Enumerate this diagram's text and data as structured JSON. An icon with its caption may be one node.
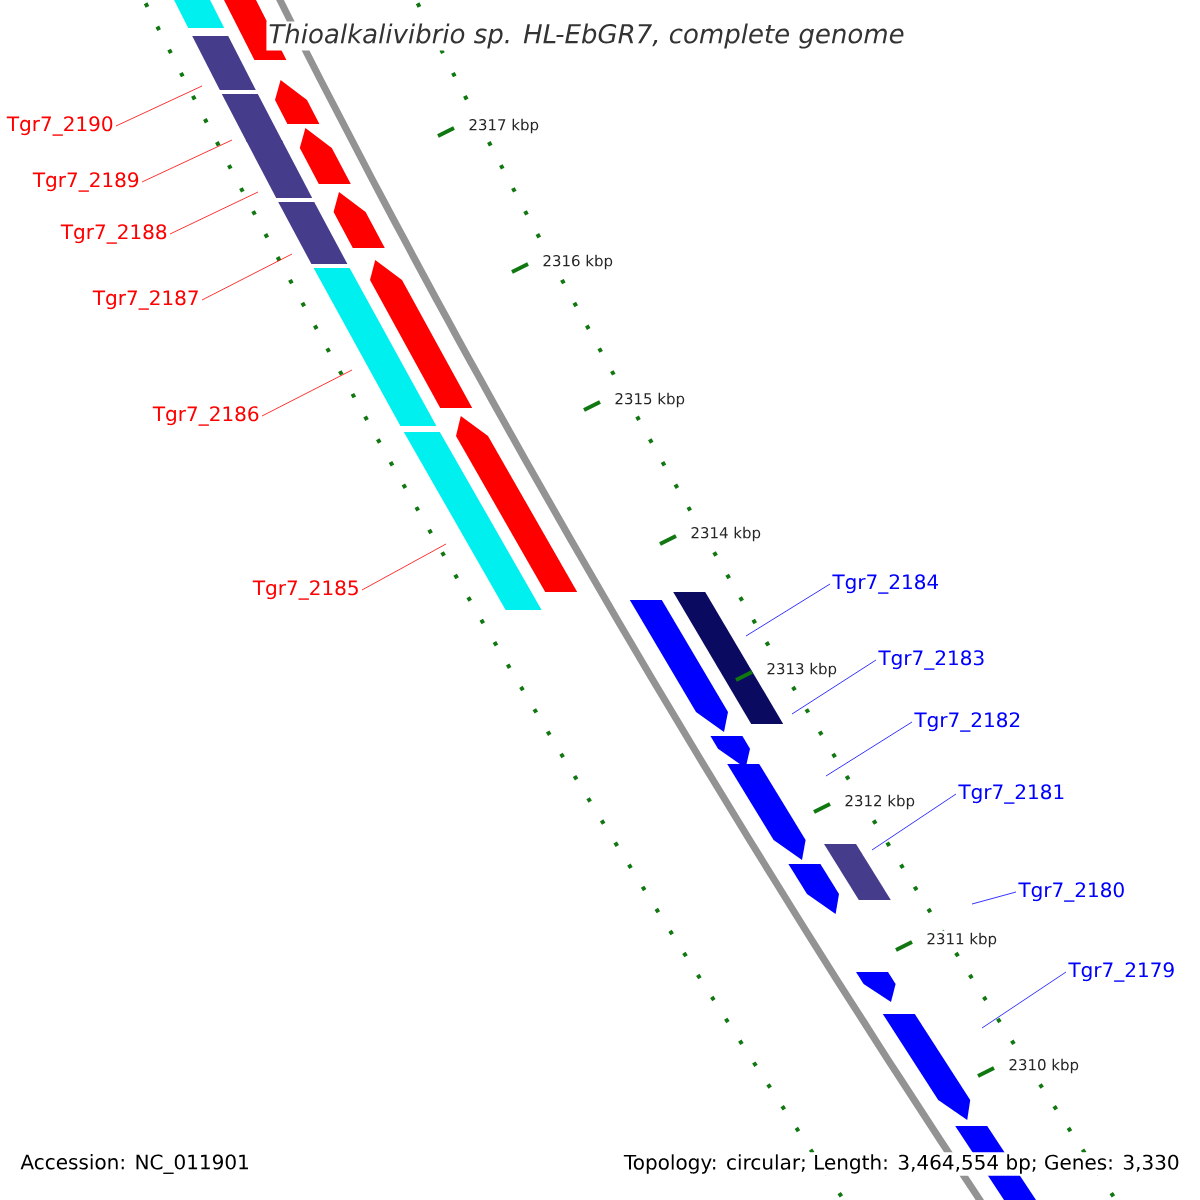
{
  "diagram": {
    "title": "Thioalkalivibrio sp. HL-EbGR7, complete genome",
    "nodes": [
      {
        "text": [
          "Tgr7_2190"
        ]
      },
      {
        "text": [
          "Tgr7_2189"
        ]
      },
      {
        "text": [
          "Tgr7_2188"
        ]
      },
      {
        "text": [
          "Tgr7_2187"
        ]
      },
      {
        "text": [
          "Tgr7_2186"
        ]
      },
      {
        "text": [
          "Tgr7_2185"
        ]
      },
      {
        "text": [
          "Tgr7_2184"
        ]
      },
      {
        "text": [
          "Tgr7_2183"
        ]
      },
      {
        "text": [
          "Tgr7_2182"
        ]
      },
      {
        "text": [
          "Tgr7_2181"
        ]
      },
      {
        "text": [
          "Tgr7_2180"
        ]
      },
      {
        "text": [
          "Tgr7_2179"
        ]
      }
    ],
    "edges": [
      {
        "from": 0,
        "to": null,
        "arrow": "none",
        "color": "#ff0000"
      },
      {
        "from": 1,
        "to": null,
        "arrow": "none",
        "color": "#ff0000"
      },
      {
        "from": 2,
        "to": null,
        "arrow": "none",
        "color": "#ff0000"
      },
      {
        "from": 3,
        "to": null,
        "arrow": "none",
        "color": "#ff0000"
      },
      {
        "from": 4,
        "to": null,
        "arrow": "none",
        "color": "#ff0000"
      },
      {
        "from": 5,
        "to": null,
        "arrow": "none",
        "color": "#ff0000"
      },
      {
        "from": 6,
        "to": null,
        "arrow": "none",
        "color": "#0000ff"
      },
      {
        "from": 7,
        "to": null,
        "arrow": "none",
        "color": "#0000ff"
      },
      {
        "from": 8,
        "to": null,
        "arrow": "none",
        "color": "#0000ff"
      },
      {
        "from": 9,
        "to": null,
        "arrow": "none",
        "color": "#0000ff"
      },
      {
        "from": 10,
        "to": null,
        "arrow": "none",
        "color": "#0000ff"
      },
      {
        "from": 11,
        "to": null,
        "arrow": "none",
        "color": "#0000ff"
      }
    ],
    "labels": [
      "2317 kbp",
      "2316 kbp",
      "2315 kbp",
      "2314 kbp",
      "2313 kbp",
      "2312 kbp",
      "2311 kbp",
      "2310 kbp",
      "Accession: NC_011901",
      "Topology: circular; Length: 3,464,554 bp; Genes: 3,330"
    ]
  }
}
